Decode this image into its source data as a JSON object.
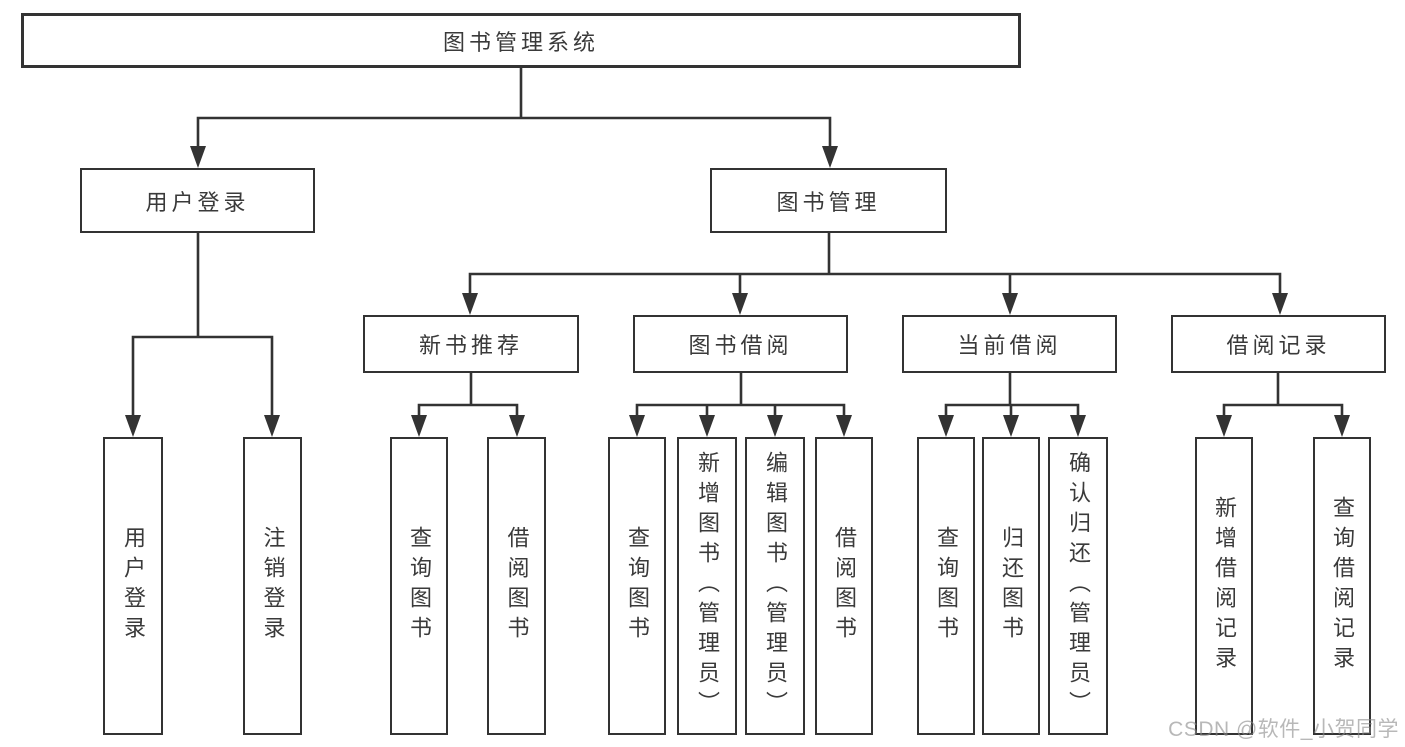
{
  "diagram": {
    "root": {
      "label": "图书管理系统"
    },
    "login": {
      "label": "用户登录",
      "children": [
        "用户登录",
        "注销登录"
      ]
    },
    "management": {
      "label": "图书管理"
    },
    "modules": [
      {
        "label": "新书推荐",
        "children": [
          "查询图书",
          "借阅图书"
        ]
      },
      {
        "label": "图书借阅",
        "children": [
          "查询图书",
          "新增图书（管理员）",
          "编辑图书（管理员）",
          "借阅图书"
        ]
      },
      {
        "label": "当前借阅",
        "children": [
          "查询图书",
          "归还图书",
          "确认归还（管理员）"
        ]
      },
      {
        "label": "借阅记录",
        "children": [
          "新增借阅记录",
          "查询借阅记录"
        ]
      }
    ]
  },
  "watermark": {
    "text": "CSDN @软件_小贺同学"
  },
  "colors": {
    "line": "#333333",
    "box_border": "#333333",
    "text": "#3a3a3a",
    "watermark": "#8c8c8c",
    "background": "#ffffff"
  }
}
